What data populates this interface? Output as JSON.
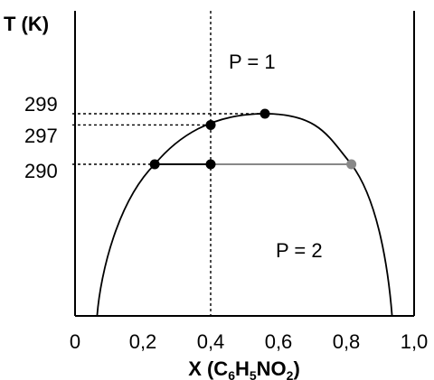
{
  "chart_data": {
    "type": "phase-diagram",
    "y_axis_title": "T (K)",
    "x_axis_title": {
      "prefix": "X (C",
      "sub1": "6",
      "mid1": "H",
      "sub2": "5",
      "mid2": "NO",
      "sub3": "2",
      "suffix": ")"
    },
    "x_ticks": [
      {
        "value": 0.0,
        "label": "0"
      },
      {
        "value": 0.2,
        "label": "0,2"
      },
      {
        "value": 0.4,
        "label": "0,4"
      },
      {
        "value": 0.6,
        "label": "0,6"
      },
      {
        "value": 0.8,
        "label": "0,8"
      },
      {
        "value": 1.0,
        "label": "1,0"
      }
    ],
    "y_ticks": [
      {
        "value": 299,
        "label": "299"
      },
      {
        "value": 297,
        "label": "297"
      },
      {
        "value": 290,
        "label": "290"
      }
    ],
    "region_labels": {
      "one_phase": "P = 1",
      "two_phase": "P = 2"
    },
    "vertical_composition": 0.4,
    "critical_point": {
      "x": 0.56,
      "y": 299
    },
    "points": [
      {
        "name": "critical",
        "x": 0.56,
        "y": 299,
        "color": "#000000"
      },
      {
        "name": "onset-297",
        "x": 0.4,
        "y": 297,
        "color": "#000000"
      },
      {
        "name": "left-290",
        "x": 0.235,
        "y": 290,
        "color": "#000000"
      },
      {
        "name": "mid-290",
        "x": 0.4,
        "y": 290,
        "color": "#000000"
      },
      {
        "name": "right-290",
        "x": 0.815,
        "y": 290,
        "color": "#888888"
      }
    ],
    "tie_line": {
      "y": 290,
      "x_left": 0.235,
      "x_mid": 0.4,
      "x_right": 0.815
    },
    "colors": {
      "ink": "#000000",
      "grey": "#888888"
    }
  }
}
